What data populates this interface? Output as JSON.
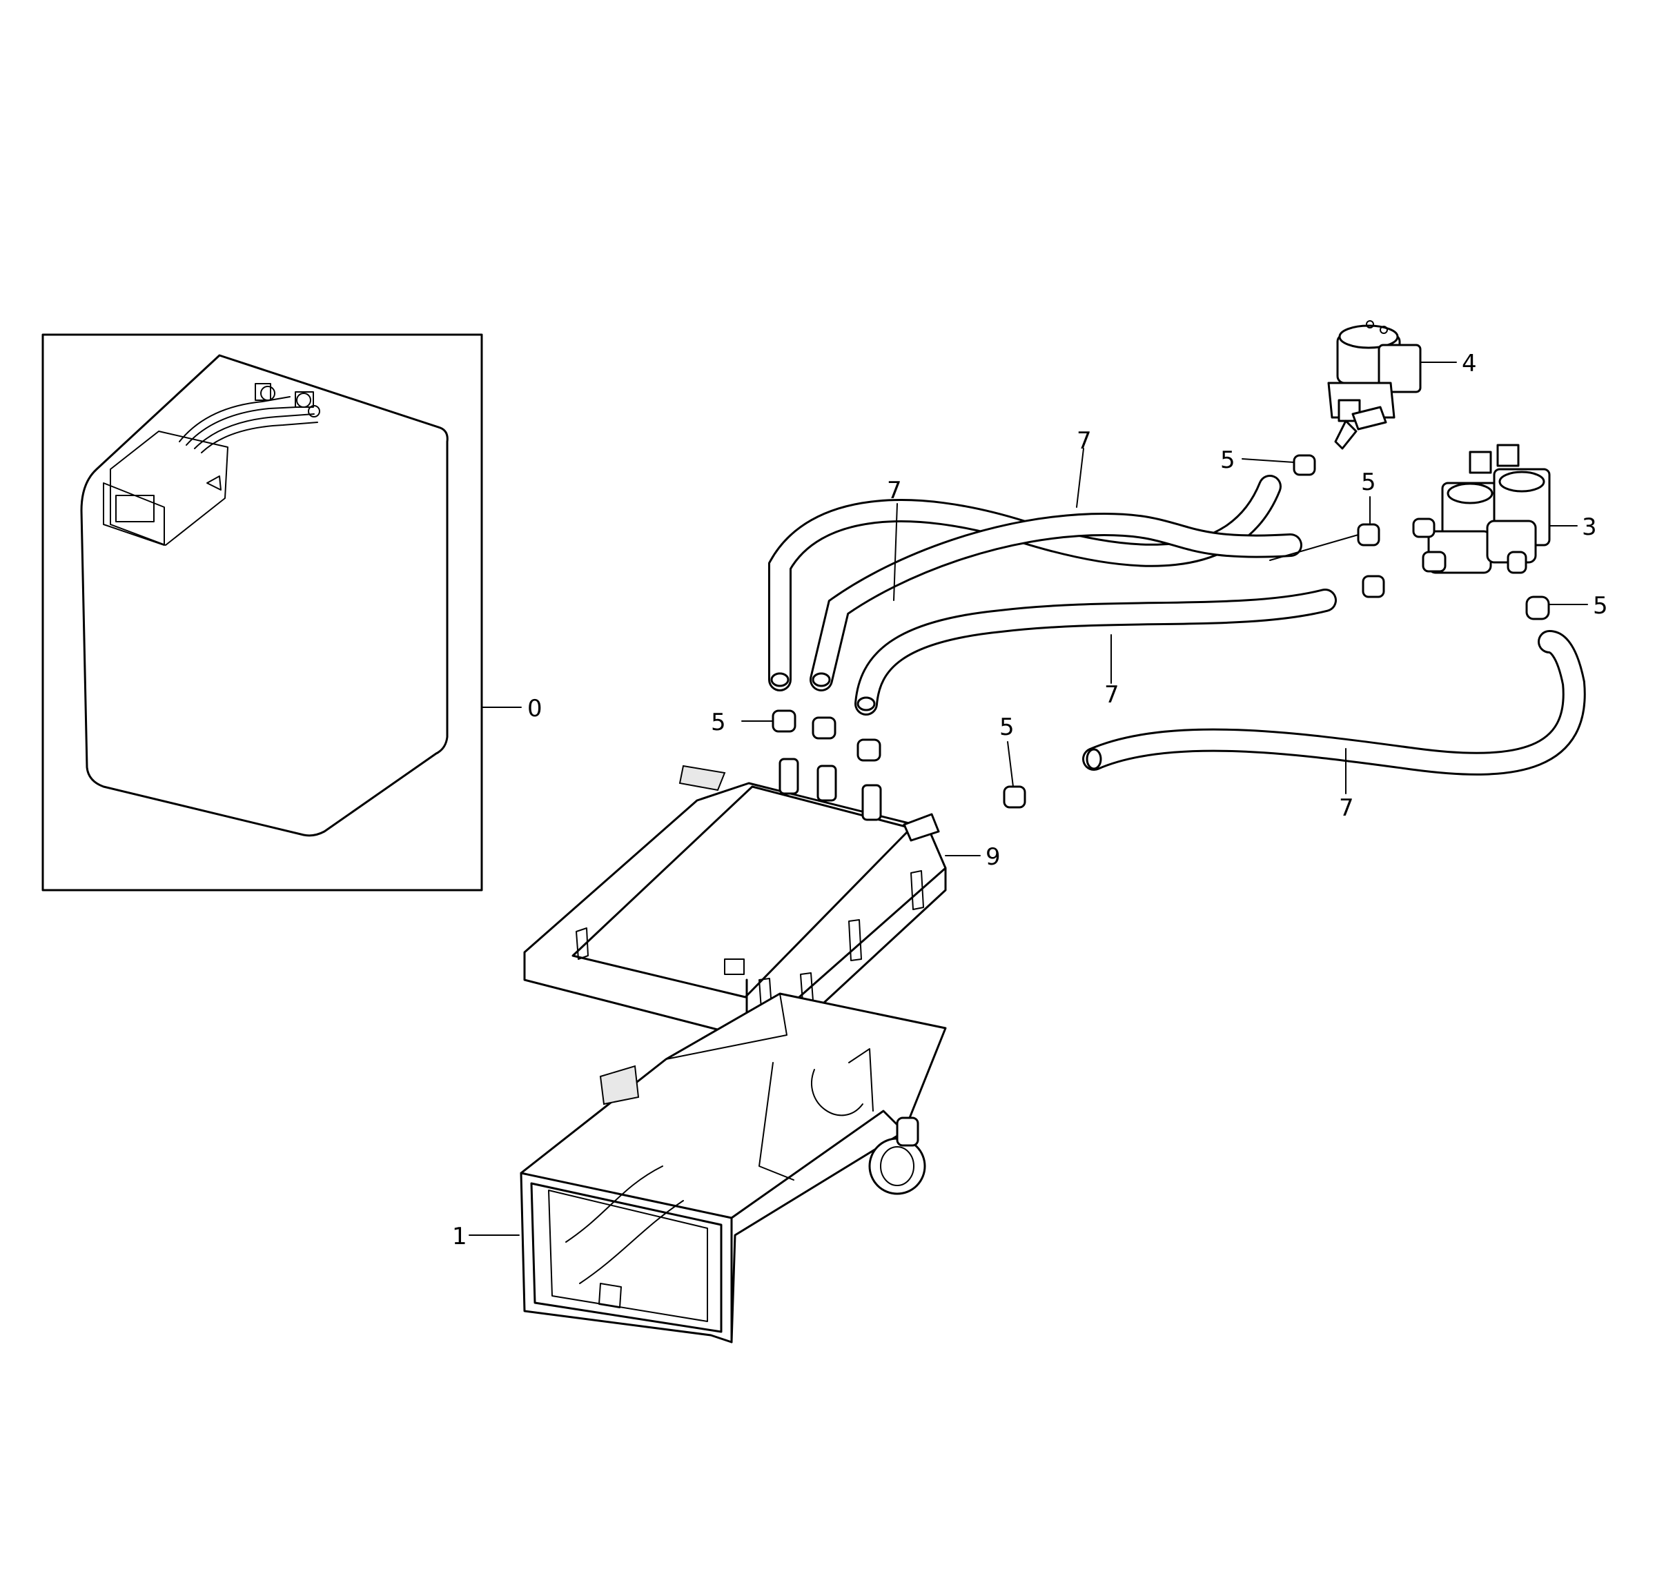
{
  "callouts": [
    {
      "id": "c0",
      "label": "0"
    },
    {
      "id": "c1",
      "label": "1"
    },
    {
      "id": "c3",
      "label": "3"
    },
    {
      "id": "c4",
      "label": "4"
    },
    {
      "id": "c5a",
      "label": "5"
    },
    {
      "id": "c5b",
      "label": "5"
    },
    {
      "id": "c5c",
      "label": "5"
    },
    {
      "id": "c5d",
      "label": "5"
    },
    {
      "id": "c5e",
      "label": "5"
    },
    {
      "id": "c7a",
      "label": "7"
    },
    {
      "id": "c7b",
      "label": "7"
    },
    {
      "id": "c7c",
      "label": "7"
    },
    {
      "id": "c7d",
      "label": "7"
    },
    {
      "id": "c9",
      "label": "9"
    }
  ]
}
